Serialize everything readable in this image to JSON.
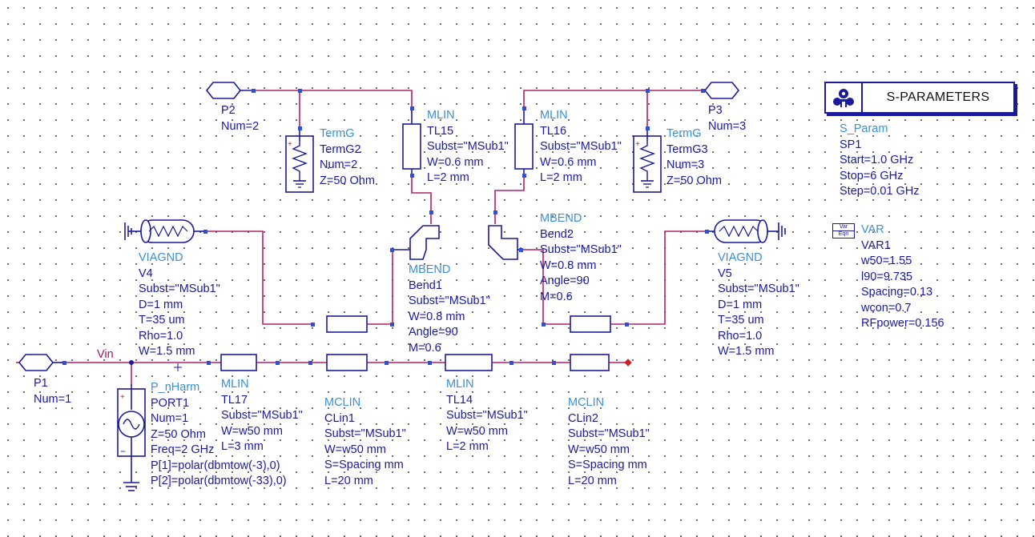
{
  "net_label": "Vin",
  "sparam_block": {
    "title": "S-PARAMETERS",
    "icon": "s-param-icon"
  },
  "var_block": {
    "icon_text_top": "Var",
    "icon_text_bottom": "Eqn"
  },
  "ports": {
    "p1": {
      "name": "P1",
      "num": "Num=1"
    },
    "p2": {
      "name": "P2",
      "num": "Num=2"
    },
    "p3": {
      "name": "P3",
      "num": "Num=3"
    }
  },
  "components": {
    "termg2": {
      "kind": "TermG",
      "lines": [
        "TermG2",
        "Num=2",
        "Z=50 Ohm"
      ]
    },
    "termg3": {
      "kind": "TermG",
      "lines": [
        "TermG3",
        "Num=3",
        "Z=50 Ohm"
      ]
    },
    "tl15": {
      "kind": "MLIN",
      "lines": [
        "TL15",
        "Subst=\"MSub1\"",
        "W=0.6 mm",
        "L=2 mm"
      ]
    },
    "tl16": {
      "kind": "MLIN",
      "lines": [
        "TL16",
        "Subst=\"MSub1\"",
        "W=0.6 mm",
        "L=2 mm"
      ]
    },
    "sp1": {
      "kind": "S_Param",
      "lines": [
        "SP1",
        "Start=1.0 GHz",
        "Stop=6 GHz",
        "Step=0.01 GHz"
      ]
    },
    "var1": {
      "kind": "VAR",
      "lines": [
        "VAR1",
        "w50=1.55",
        "l90=9.735",
        "Spacing=0.13",
        "wcon=0.7",
        "RFpower=0.156"
      ]
    },
    "bend2": {
      "kind": "MBEND",
      "lines": [
        "Bend2",
        "Subst=\"MSub1\"",
        "W=0.8 mm",
        "Angle=90",
        "M=0.6"
      ]
    },
    "v4": {
      "kind": "VIAGND",
      "lines": [
        "V4",
        "Subst=\"MSub1\"",
        "D=1 mm",
        "T=35 um",
        "Rho=1.0",
        "W=1.5 mm"
      ]
    },
    "bend1": {
      "kind": "MBEND",
      "lines": [
        "Bend1",
        "Subst=\"MSub1\"",
        "W=0.8 mm",
        "Angle=90",
        "M=0.6"
      ]
    },
    "v5": {
      "kind": "VIAGND",
      "lines": [
        "V5",
        "Subst=\"MSub1\"",
        "D=1 mm",
        "T=35 um",
        "Rho=1.0",
        "W=1.5 mm"
      ]
    },
    "port1": {
      "kind": "P_nHarm",
      "lines": [
        "PORT1",
        "Num=1",
        "Z=50 Ohm",
        "Freq=2 GHz",
        "P[1]=polar(dbmtow(-3),0)",
        "P[2]=polar(dbmtow(-33),0)"
      ]
    },
    "tl17": {
      "kind": "MLIN",
      "lines": [
        "TL17",
        "Subst=\"MSub1\"",
        "W=w50 mm",
        "L=3 mm"
      ]
    },
    "clin1": {
      "kind": "MCLIN",
      "lines": [
        "CLin1",
        "Subst=\"MSub1\"",
        "W=w50 mm",
        "S=Spacing mm",
        "L=20 mm"
      ]
    },
    "tl14": {
      "kind": "MLIN",
      "lines": [
        "TL14",
        "Subst=\"MSub1\"",
        "W=w50 mm",
        "L=2 mm"
      ]
    },
    "clin2": {
      "kind": "MCLIN",
      "lines": [
        "CLin2",
        "Subst=\"MSub1\"",
        "W=w50 mm",
        "S=Spacing mm",
        "L=20 mm"
      ]
    }
  },
  "colors": {
    "wire": "#b0206e",
    "symbol": "#1a1a9c",
    "kind_label": "#3b8fd4",
    "pin": "#3050d0"
  }
}
